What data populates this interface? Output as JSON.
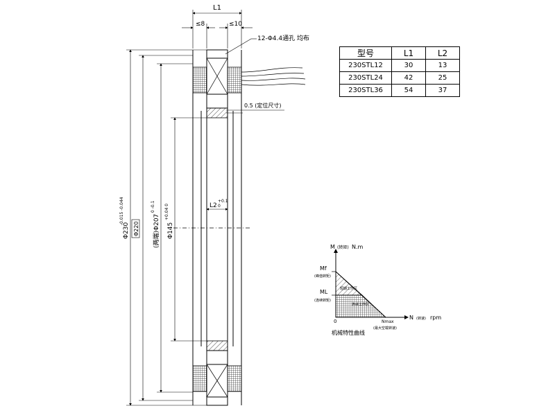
{
  "dims": {
    "l1": "L1",
    "left_8": "≤8",
    "right_10": "≤10",
    "holes": "12-Φ4.4通孔 均布",
    "gap": "0.5 (定位尺寸)",
    "l2": "L2",
    "l2_tol": "+0.1",
    "l2_tol_low": "0",
    "d230": "Φ230",
    "d230_tol": "-0.015 -0.044",
    "d220": "Φ220",
    "d207": "(两端)Φ207",
    "d207_tol": "0 -0.1",
    "d145": "Φ145",
    "d145_tol": "+0.04 0"
  },
  "table": {
    "headers": [
      "型号",
      "L1",
      "L2"
    ],
    "rows": [
      [
        "230STL12",
        "30",
        "13"
      ],
      [
        "230STL24",
        "42",
        "25"
      ],
      [
        "230STL36",
        "54",
        "37"
      ]
    ]
  },
  "curve": {
    "y_axis": "M",
    "y_axis_note": "(转矩)",
    "y_unit": "N.m",
    "mf": "Mf",
    "mf_note": "(峰值转矩)",
    "ml": "ML",
    "ml_note": "(连续转矩)",
    "x_axis": "N",
    "x_axis_note": "(转速)",
    "x_unit": "rpm",
    "origin": "0",
    "nmax": "Nmax",
    "nmax_note": "(最大空载转速)",
    "zone_peak": "短期工作区",
    "zone_cont": "连续工作区",
    "caption": "机械特性曲线"
  }
}
